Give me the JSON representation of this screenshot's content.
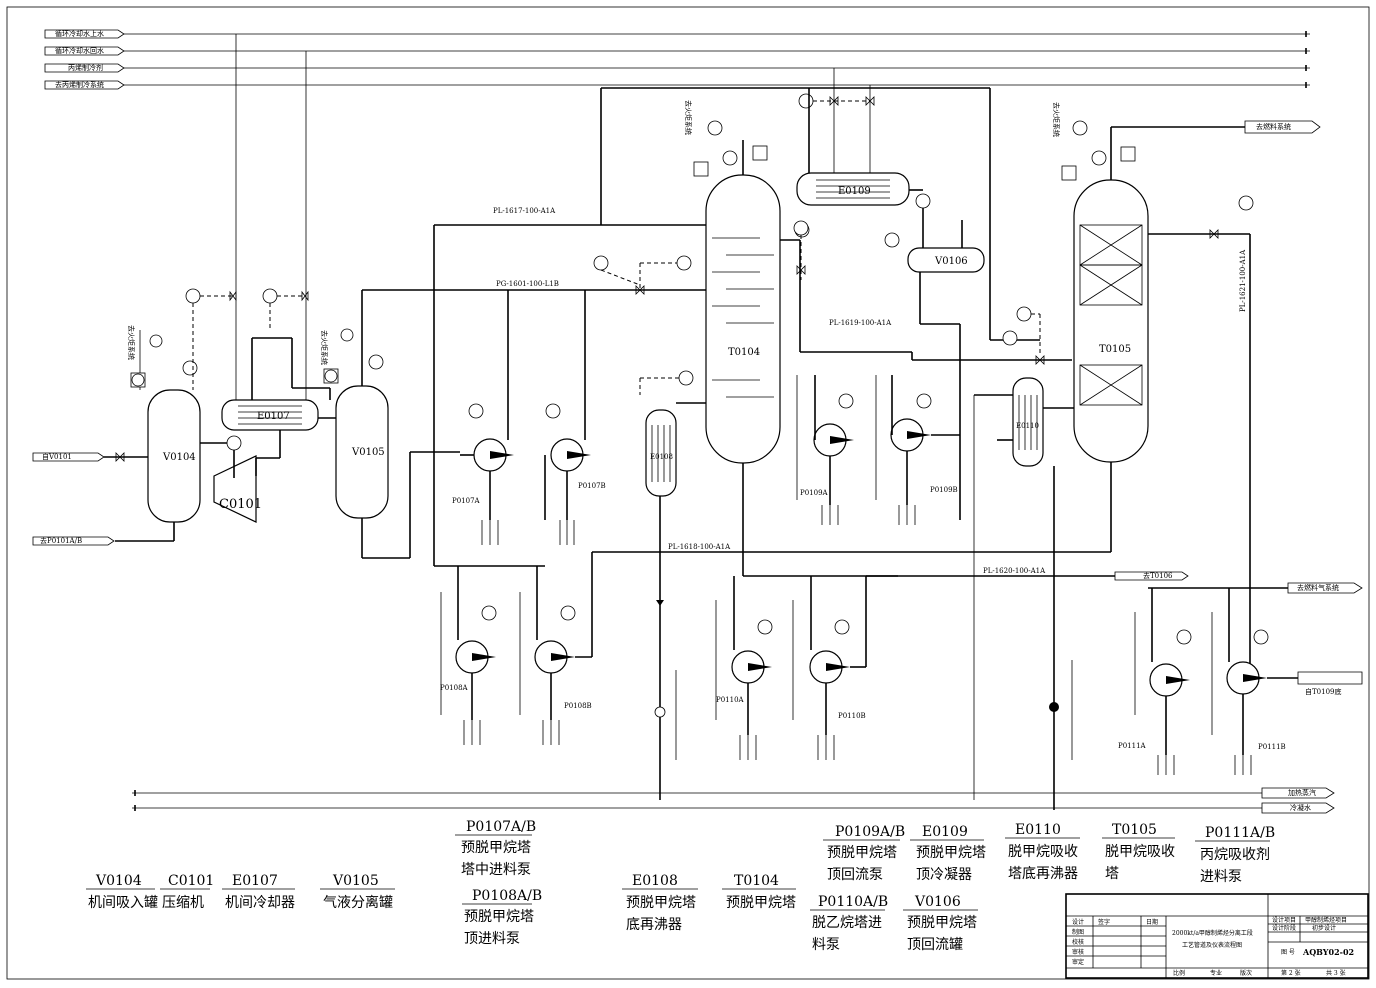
{
  "utility_lines": [
    {
      "label": "循环冷却水上水"
    },
    {
      "label": "循环冷却水回水"
    },
    {
      "label": "丙烯制冷剂"
    },
    {
      "label": "去丙烯制冷系统"
    }
  ],
  "bottom_utilities": [
    {
      "label": "加热蒸汽"
    },
    {
      "label": "冷凝水"
    }
  ],
  "streams": {
    "from_v0101": "自V0101",
    "to_p0101": "去P0101A/B",
    "to_fuel": "去燃料系统",
    "to_t0106": "去T0106",
    "to_fuel_gas": "去燃料气系统",
    "from_t0109": "自T0109底",
    "to_torch_1": "去火炬系统",
    "to_torch_2": "去火炬系统",
    "to_torch_3": "去火炬系统",
    "to_torch_4": "去火炬系统"
  },
  "pipe_labels": {
    "pl1617": "PL-1617-100-A1A",
    "pg1601": "PG-1601-100-L1B",
    "pl1619": "PL-1619-100-A1A",
    "pl1618": "PL-1618-100-A1A",
    "pl1620": "PL-1620-100-A1A",
    "pl1621": "PL-1621-100-A1A"
  },
  "equipment_tags": {
    "v0104": "V0104",
    "c0101": "C0101",
    "e0107": "E0107",
    "v0105": "V0105",
    "t0104": "T0104",
    "e0109": "E0109",
    "v0106": "V0106",
    "e0108": "E0108",
    "e0110": "E0110",
    "t0105": "T0105",
    "p0107a": "P0107A",
    "p0107b": "P0107B",
    "p0108a": "P0108A",
    "p0108b": "P0108B",
    "p0109a": "P0109A",
    "p0109b": "P0109B",
    "p0110a": "P0110A",
    "p0110b": "P0110B",
    "p0111a": "P0111A",
    "p0111b": "P0111B"
  },
  "legend": [
    {
      "tag": "V0104",
      "name": "机间吸入罐"
    },
    {
      "tag": "C0101",
      "name": "压缩机"
    },
    {
      "tag": "E0107",
      "name": "机间冷却器"
    },
    {
      "tag": "V0105",
      "name": "气液分离罐"
    },
    {
      "tag": "P0107A/B",
      "name": "预脱甲烷塔",
      "name2": "塔中进料泵"
    },
    {
      "tag": "P0108A/B",
      "name": "预脱甲烷塔",
      "name2": "顶进料泵"
    },
    {
      "tag": "E0108",
      "name": "预脱甲烷塔",
      "name2": "底再沸器"
    },
    {
      "tag": "T0104",
      "name": "预脱甲烷塔"
    },
    {
      "tag": "P0109A/B",
      "name": "预脱甲烷塔",
      "name2": "顶回流泵"
    },
    {
      "tag": "P0110A/B",
      "name": "脱乙烷塔进",
      "name2": "料泵"
    },
    {
      "tag": "E0109",
      "name": "预脱甲烷塔",
      "name2": "顶冷凝器"
    },
    {
      "tag": "V0106",
      "name": "预脱甲烷塔",
      "name2": "顶回流罐"
    },
    {
      "tag": "E0110",
      "name": "脱甲烷吸收",
      "name2": "塔底再沸器"
    },
    {
      "tag": "T0105",
      "name": "脱甲烷吸收",
      "name2": "塔"
    },
    {
      "tag": "P0111A/B",
      "name": "丙烷吸收剂",
      "name2": "进料泵"
    }
  ],
  "title_block": {
    "row_labels": [
      "设计",
      "制图",
      "校核",
      "审核",
      "审定"
    ],
    "header_sign": "签字",
    "header_date": "日期",
    "drawing_title_1": "2000kt/a甲醇制烯烃分离工段",
    "drawing_title_2": "工艺管道及仪表流程图",
    "project_label": "设计项目",
    "project_value": "甲醇制烯烃项目",
    "stage_label": "设计阶段",
    "stage_value": "初步设计",
    "drawing_no_label": "图 号",
    "drawing_no": "AQBY02-02",
    "scale_label": "比例",
    "major_label": "专业",
    "sheet_label": "第 2 张",
    "total_label": "共 3 张",
    "misc_label": "版次"
  }
}
